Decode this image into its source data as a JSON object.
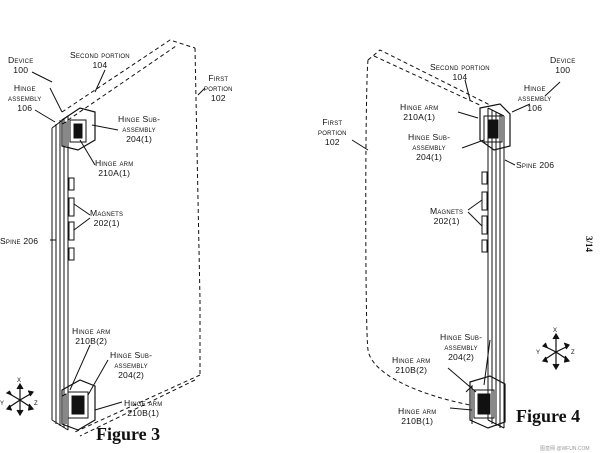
{
  "sheet": "3/14",
  "watermark": "图皇网 @WFUN.COM",
  "figure3": {
    "title": "Figure 3",
    "device_label": "Device",
    "device_num": "100",
    "second_portion_label": "Second portion",
    "second_portion_num": "104",
    "first_portion_label": "First",
    "first_portion_label2": "portion",
    "first_portion_num": "102",
    "hinge_assembly_label": "Hinge",
    "hinge_assembly_label2": "assembly",
    "hinge_assembly_num": "106",
    "hinge_sub_top_label": "Hinge Sub-",
    "hinge_sub_top_label2": "assembly",
    "hinge_sub_top_num": "204(1)",
    "hinge_arm_top_label": "Hinge arm",
    "hinge_arm_top_num": "210A(1)",
    "magnets_label": "Magnets",
    "magnets_num": "202(1)",
    "spine_label": "Spine 206",
    "hinge_arm_b2_label": "Hinge arm",
    "hinge_arm_b2_num": "210B(2)",
    "hinge_sub_bot_label": "Hinge Sub-",
    "hinge_sub_bot_label2": "assembly",
    "hinge_sub_bot_num": "204(2)",
    "hinge_arm_b1_label": "Hinge arm",
    "hinge_arm_b1_num": "210B(1)",
    "axis_x": "x",
    "axis_y": "y",
    "axis_z": "z"
  },
  "figure4": {
    "title": "Figure 4",
    "device_label": "Device",
    "device_num": "100",
    "second_portion_label": "Second portion",
    "second_portion_num": "104",
    "first_portion_label": "First",
    "first_portion_label2": "portion",
    "first_portion_num": "102",
    "hinge_assembly_label": "Hinge",
    "hinge_assembly_label2": "assembly",
    "hinge_assembly_num": "106",
    "hinge_arm_top_label": "Hinge arm",
    "hinge_arm_top_num": "210A(1)",
    "hinge_sub_top_label": "Hinge Sub-",
    "hinge_sub_top_label2": "assembly",
    "hinge_sub_top_num": "204(1)",
    "spine_label": "Spine 206",
    "magnets_label": "Magnets",
    "magnets_num": "202(1)",
    "hinge_sub_bot_label": "Hinge Sub-",
    "hinge_sub_bot_label2": "assembly",
    "hinge_sub_bot_num": "204(2)",
    "hinge_arm_b2_label": "Hinge arm",
    "hinge_arm_b2_num": "210B(2)",
    "hinge_arm_b1_label": "Hinge arm",
    "hinge_arm_b1_num": "210B(1)",
    "axis_x": "x",
    "axis_y": "y",
    "axis_z": "z"
  }
}
